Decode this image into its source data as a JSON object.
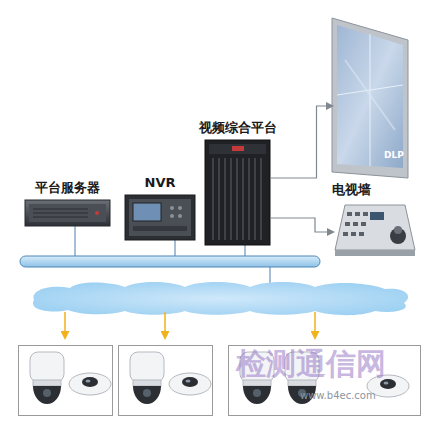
{
  "diagram": {
    "nodes": [
      {
        "text": [
          "平台服务器"
        ]
      },
      {
        "text": [
          "NVR"
        ]
      },
      {
        "text": [
          "视频综合平台"
        ]
      },
      {
        "text": [
          "电视墙",
          "DLP"
        ]
      }
    ],
    "edges": [
      {
        "from": 2,
        "to": 3,
        "arrow": "to"
      }
    ],
    "labels": [
      "检测通信网",
      "www.b4ec.com"
    ]
  }
}
